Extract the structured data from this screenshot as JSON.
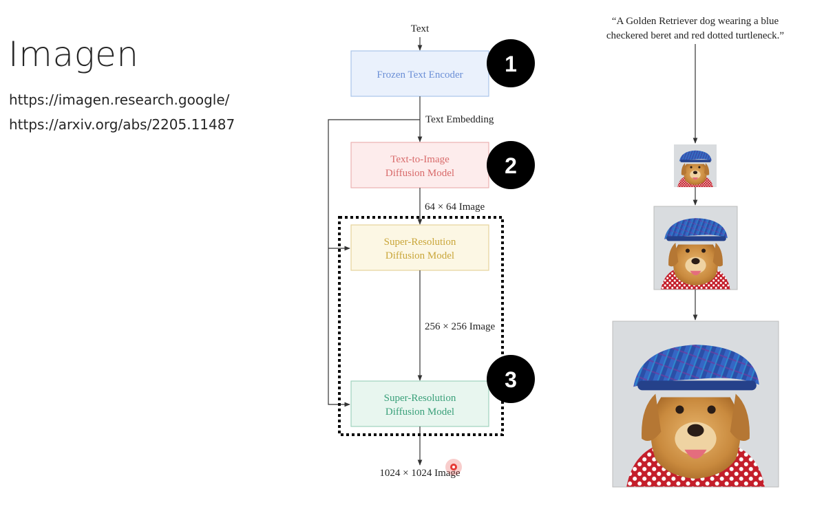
{
  "slide": {
    "title": "Imagen",
    "links": [
      "https://imagen.research.google/",
      "https://arxiv.org/abs/2205.11487"
    ]
  },
  "diagram": {
    "input_label": "Text",
    "blocks": [
      {
        "lines": [
          "Frozen Text Encoder"
        ],
        "stroke": "#a9c4ea",
        "fill": "#eaf1fc",
        "text_color": "#6b8fd6",
        "badge": "1"
      },
      {
        "lines": [
          "Text-to-Image",
          "Diffusion Model"
        ],
        "stroke": "#ebb1b1",
        "fill": "#fdecec",
        "text_color": "#d86a6a",
        "badge": "2"
      },
      {
        "lines": [
          "Super-Resolution",
          "Diffusion Model"
        ],
        "stroke": "#e6d39a",
        "fill": "#fcf7e4",
        "text_color": "#c9a63a",
        "badge": ""
      },
      {
        "lines": [
          "Super-Resolution",
          "Diffusion Model"
        ],
        "stroke": "#9ed2bd",
        "fill": "#e8f6ef",
        "text_color": "#3aa07a",
        "badge": "3"
      }
    ],
    "edge_labels": [
      "Text Embedding",
      "64 × 64 Image",
      "256 × 256 Image",
      "1024 × 1024 Image"
    ],
    "badge_color": "#000000"
  },
  "example": {
    "prompt_lines": [
      "“A Golden Retriever dog wearing a blue",
      "checkered beret and red dotted turtleneck.”"
    ],
    "images": [
      "dog-image-64",
      "dog-image-256",
      "dog-image-1024"
    ]
  },
  "cursor": {
    "color": "#e53935"
  }
}
